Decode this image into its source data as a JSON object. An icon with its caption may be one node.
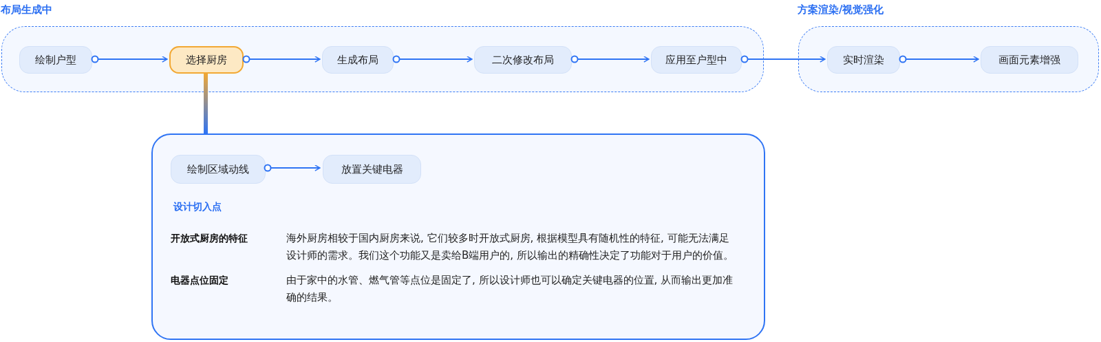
{
  "diagram": {
    "nodes": [
      {
        "text": [
          "布局生成中"
        ]
      },
      {
        "text": [
          "绘制户型"
        ],
        "in": 0
      },
      {
        "text": [
          "选择厨房"
        ],
        "in": 0
      },
      {
        "text": [
          "生成布局"
        ],
        "in": 0
      },
      {
        "text": [
          "二次修改布局"
        ],
        "in": 0
      },
      {
        "text": [
          "应用至户型中"
        ],
        "in": 0
      },
      {
        "text": [
          "方案渲染/视觉强化"
        ]
      },
      {
        "text": [
          "实时渲染"
        ],
        "in": 6
      },
      {
        "text": [
          "画面元素增强"
        ],
        "in": 6
      },
      {
        "text": [
          "设计切入点",
          "开放式厨房的特征",
          "海外厨房相较于国内厨房来说, 它们较多时开放式厨房, 根据模型具有随机性的特征, 可能无法满足设计师的需求。我们这个功能又是卖给B端用户的, 所以输出的精确性决定了功能对于用户的价值。",
          "电器点位固定",
          "由于家中的水管、燃气管等点位是固定了, 所以设计师也可以确定关键电器的位置, 从而输出更加准确的结果。"
        ]
      },
      {
        "text": [
          "绘制区域动线"
        ],
        "in": 9
      },
      {
        "text": [
          "放置关键电器"
        ],
        "in": 9
      }
    ],
    "edges": [
      {
        "from": 1,
        "to": 2,
        "arrow": "to"
      },
      {
        "from": 2,
        "to": 3,
        "arrow": "to"
      },
      {
        "from": 3,
        "to": 4,
        "arrow": "to"
      },
      {
        "from": 4,
        "to": 5,
        "arrow": "to"
      },
      {
        "from": 5,
        "to": 7,
        "arrow": "to"
      },
      {
        "from": 7,
        "to": 8,
        "arrow": "to"
      },
      {
        "from": 2,
        "to": 9,
        "arrow": "none",
        "style": "thick"
      },
      {
        "from": 10,
        "to": 11,
        "arrow": "to"
      }
    ]
  }
}
